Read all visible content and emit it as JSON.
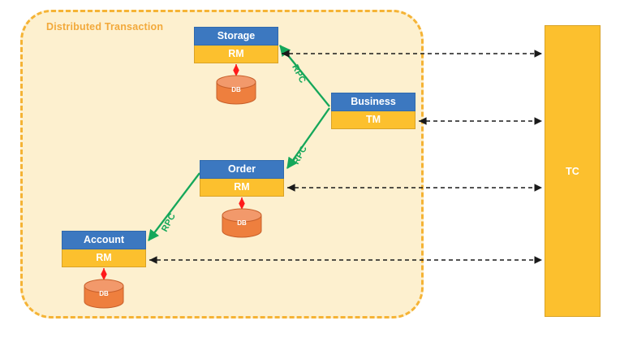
{
  "diagram": {
    "title": "Distributed Transaction",
    "colors": {
      "container_fill": "#FDF0CF",
      "container_border": "#F5B335",
      "node_header": "#3C78C0",
      "node_body": "#FCC02E",
      "db_fill": "#EE7F3E",
      "rpc_line": "#15A75A",
      "tc_fill": "#FCC02E",
      "tc_link": "#1a1a1a",
      "db_link": "#FF1A1A",
      "title_text": "#F2A93B"
    },
    "container": {
      "label": "Distributed Transaction"
    },
    "nodes": [
      {
        "id": "storage",
        "name": "Storage",
        "role": "RM",
        "db": "DB"
      },
      {
        "id": "business",
        "name": "Business",
        "role": "TM",
        "db": null
      },
      {
        "id": "order",
        "name": "Order",
        "role": "RM",
        "db": "DB"
      },
      {
        "id": "account",
        "name": "Account",
        "role": "RM",
        "db": "DB"
      }
    ],
    "coordinator": {
      "label": "TC"
    },
    "rpc_links": [
      {
        "from": "business",
        "to": "storage",
        "label": "RPC"
      },
      {
        "from": "business",
        "to": "order",
        "label": "RPC"
      },
      {
        "from": "business",
        "to": "account",
        "label": "RPC"
      }
    ],
    "tc_links": [
      {
        "node": "storage",
        "style": "dashed",
        "arrows": "both"
      },
      {
        "node": "business",
        "style": "dashed",
        "arrows": "both"
      },
      {
        "node": "order",
        "style": "dashed",
        "arrows": "both"
      },
      {
        "node": "account",
        "style": "dashed",
        "arrows": "both"
      }
    ],
    "db_links": [
      {
        "node": "storage",
        "style": "dashed",
        "arrows": "both"
      },
      {
        "node": "order",
        "style": "dashed",
        "arrows": "both"
      },
      {
        "node": "account",
        "style": "dashed",
        "arrows": "both"
      }
    ]
  }
}
